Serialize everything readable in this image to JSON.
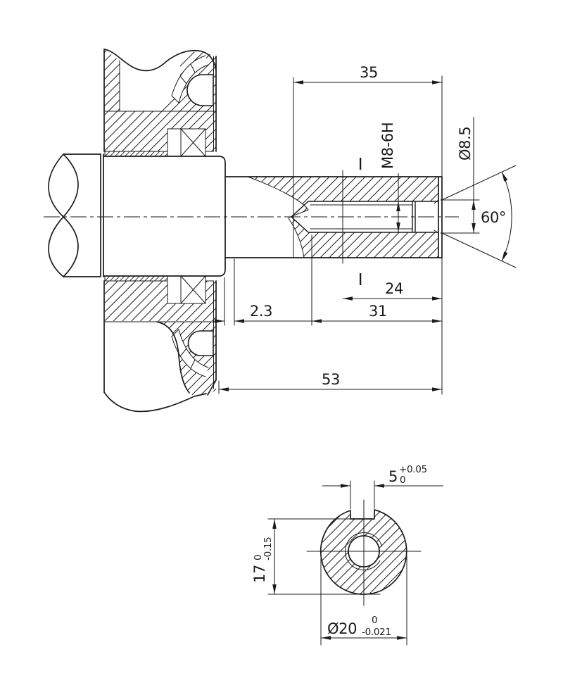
{
  "colors": {
    "line": "#1b1b1b",
    "background": "#ffffff"
  },
  "sv": {
    "d35": "35",
    "thread": "M8-6H",
    "bore": "Ø8.5",
    "angle": "60°",
    "d24": "24",
    "d31": "31",
    "d23": "2.3",
    "d53": "53",
    "mark_top": "I",
    "mark_bot": "I"
  },
  "ev": {
    "key": {
      "v": "5",
      "up": "+0.05",
      "dn": "0"
    },
    "depth": {
      "v": "17",
      "up": "0",
      "dn": "-0.15"
    },
    "dia": {
      "v": "Ø20",
      "up": "0",
      "dn": "-0.021"
    }
  }
}
